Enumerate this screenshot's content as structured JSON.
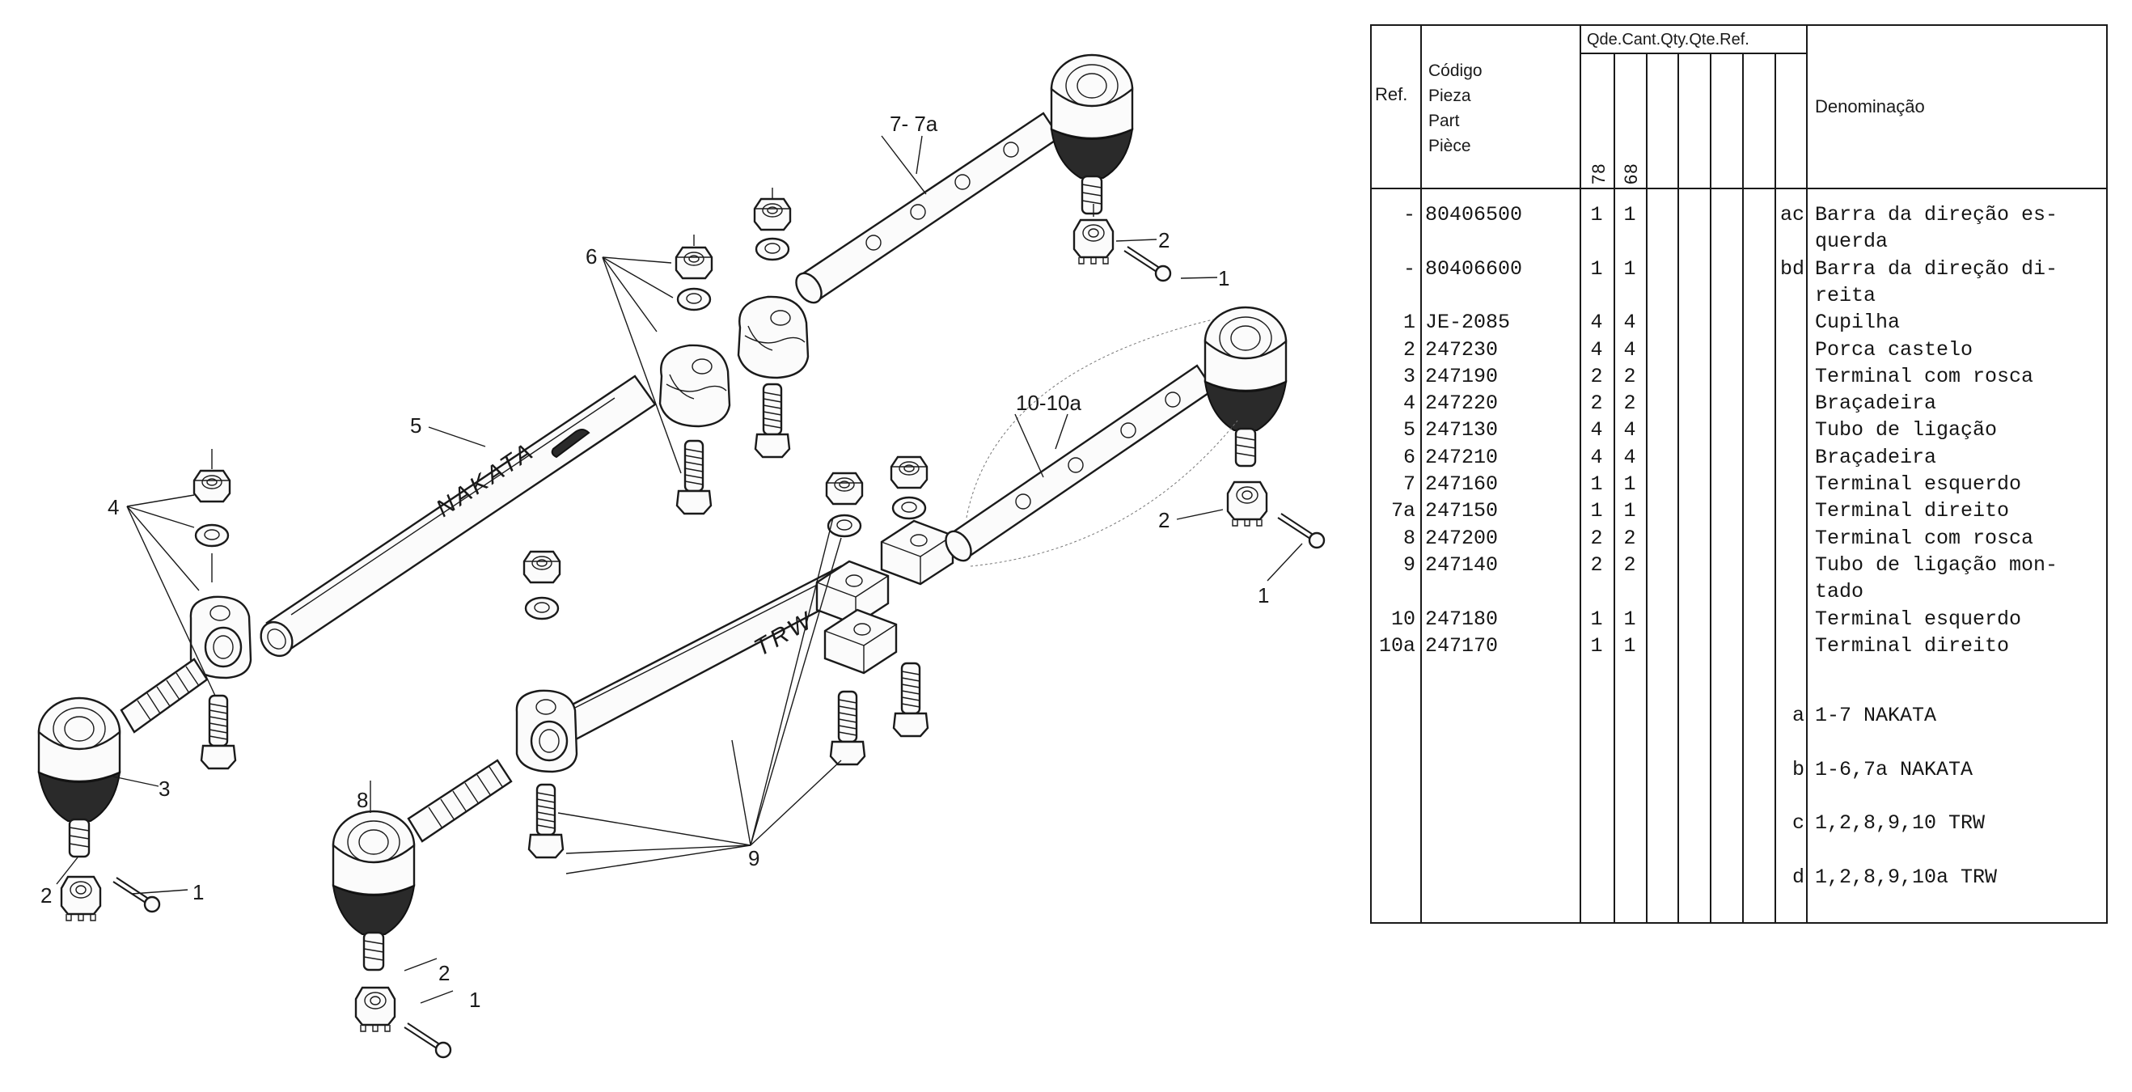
{
  "diagram": {
    "labels": {
      "tie_rod_end_upper": "7- 7a",
      "cotter_pin_upper": "1",
      "castle_nut_upper": "2",
      "clamp_upper": "6",
      "tube_upper": "5",
      "clamp_left": "4",
      "threaded_end_left": "3",
      "castle_nut_left": "2",
      "cotter_pin_left": "1",
      "tie_rod_end_right": "10-10a",
      "castle_nut_right": "2",
      "cotter_pin_right": "1",
      "tube_lower": "9",
      "threaded_end_lower": "8",
      "castle_nut_lower": "2",
      "cotter_pin_lower": "1"
    },
    "brands": {
      "upper_tube": "NAKATA",
      "lower_tube": "TRW"
    }
  },
  "table": {
    "headers": {
      "ref": "Ref.",
      "code_lines": [
        "Código",
        "Pieza",
        "Part",
        "Pièce"
      ],
      "qty_group": "Qde.Cant.Qty.Qte.Ref.",
      "qty_columns": [
        "78",
        "68"
      ],
      "denomination": "Denominação"
    },
    "rows": [
      {
        "ref": "-",
        "code": "80406500",
        "q78": "1",
        "q68": "1",
        "note": "ac",
        "denom": [
          "Barra da direção es-",
          "querda"
        ]
      },
      {
        "ref": "-",
        "code": "80406600",
        "q78": "1",
        "q68": "1",
        "note": "bd",
        "denom": [
          "Barra da direção di-",
          "reita"
        ]
      },
      {
        "ref": "1",
        "code": "JE-2085",
        "q78": "4",
        "q68": "4",
        "note": "",
        "denom": [
          "Cupilha"
        ]
      },
      {
        "ref": "2",
        "code": "247230",
        "q78": "4",
        "q68": "4",
        "note": "",
        "denom": [
          "Porca castelo"
        ]
      },
      {
        "ref": "3",
        "code": "247190",
        "q78": "2",
        "q68": "2",
        "note": "",
        "denom": [
          "Terminal com rosca"
        ]
      },
      {
        "ref": "4",
        "code": "247220",
        "q78": "2",
        "q68": "2",
        "note": "",
        "denom": [
          "Braçadeira"
        ]
      },
      {
        "ref": "5",
        "code": "247130",
        "q78": "4",
        "q68": "4",
        "note": "",
        "denom": [
          "Tubo de ligação"
        ]
      },
      {
        "ref": "6",
        "code": "247210",
        "q78": "4",
        "q68": "4",
        "note": "",
        "denom": [
          "Braçadeira"
        ]
      },
      {
        "ref": "7",
        "code": "247160",
        "q78": "1",
        "q68": "1",
        "note": "",
        "denom": [
          "Terminal esquerdo"
        ]
      },
      {
        "ref": "7a",
        "code": "247150",
        "q78": "1",
        "q68": "1",
        "note": "",
        "denom": [
          "Terminal direito"
        ]
      },
      {
        "ref": "8",
        "code": "247200",
        "q78": "2",
        "q68": "2",
        "note": "",
        "denom": [
          "Terminal com rosca"
        ]
      },
      {
        "ref": "9",
        "code": "247140",
        "q78": "2",
        "q68": "2",
        "note": "",
        "denom": [
          "Tubo de ligação mon-",
          "tado"
        ]
      },
      {
        "ref": "10",
        "code": "247180",
        "q78": "1",
        "q68": "1",
        "note": "",
        "denom": [
          "Terminal esquerdo"
        ]
      },
      {
        "ref": "10a",
        "code": "247170",
        "q78": "1",
        "q68": "1",
        "note": "",
        "denom": [
          "Terminal direito"
        ]
      }
    ],
    "legend": [
      {
        "key": "a",
        "text": "1-7 NAKATA"
      },
      {
        "key": "b",
        "text": "1-6,7a NAKATA"
      },
      {
        "key": "c",
        "text": "1,2,8,9,10 TRW"
      },
      {
        "key": "d",
        "text": "1,2,8,9,10a TRW"
      }
    ]
  }
}
